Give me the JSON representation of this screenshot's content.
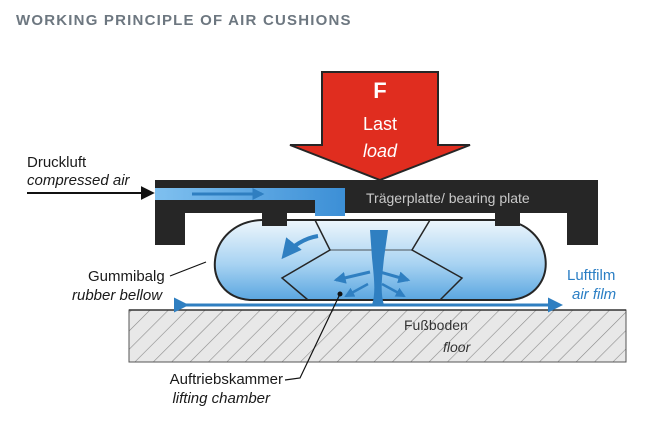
{
  "header": {
    "title": "WORKING PRINCIPLE OF AIR CUSHIONS"
  },
  "load_arrow": {
    "letter": "F",
    "de": "Last",
    "en": "load",
    "color": "#e02d1f"
  },
  "bearing_plate": {
    "label": "Trägerplatte/ bearing plate"
  },
  "labels": {
    "compressed_air_de": "Druckluft",
    "compressed_air_en": "compressed air",
    "bellow_de": "Gummibalg",
    "bellow_en": "rubber bellow",
    "airfilm_de": "Luftfilm",
    "airfilm_en": "air film",
    "floor_de": "Fußboden",
    "floor_en": "floor",
    "chamber_de": "Auftriebskammer",
    "chamber_en": "lifting chamber"
  },
  "colors": {
    "plate": "#262626",
    "air": "#2f7fc1",
    "airfilm_text": "#2a7ec4",
    "floor": "#e6e6e6"
  }
}
